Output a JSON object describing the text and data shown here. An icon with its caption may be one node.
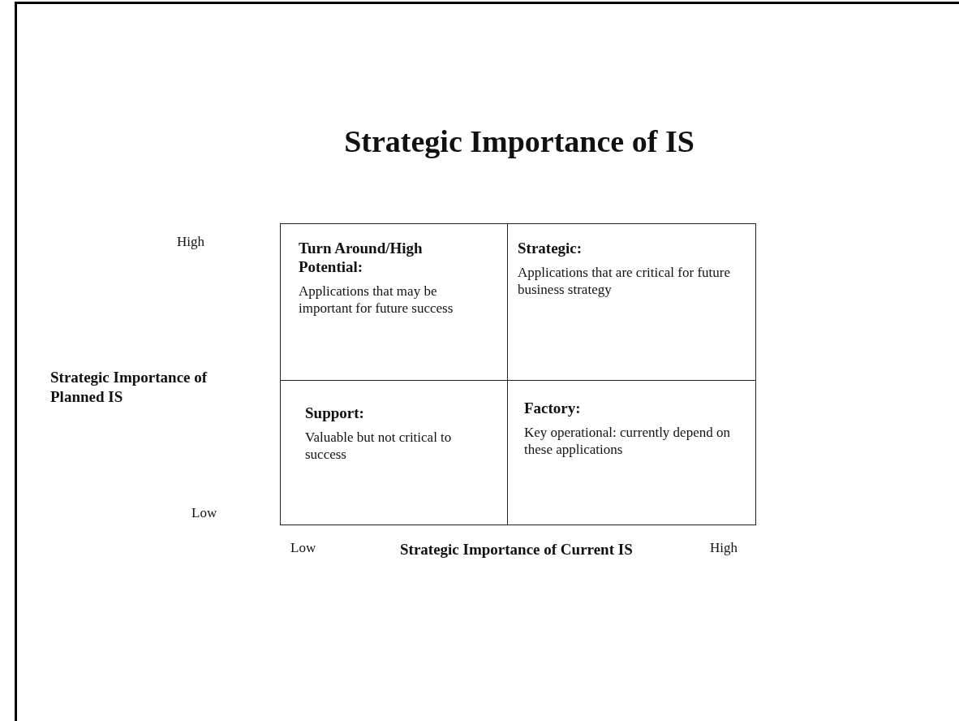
{
  "diagram": {
    "title": "Strategic Importance of IS",
    "nodes": [
      {
        "text": [
          "Turn Around/High Potential:",
          "Applications that may be important for future success"
        ]
      },
      {
        "text": [
          "Strategic:",
          "Applications that are critical for future business strategy"
        ]
      },
      {
        "text": [
          "Support:",
          "Valuable but not critical to success"
        ]
      },
      {
        "text": [
          "Factory:",
          "Key operational: currently depend on these applications"
        ]
      }
    ],
    "labels": [
      "High",
      "Strategic Importance of Planned IS",
      "Low",
      "Low",
      "Strategic Importance of Current IS",
      "High"
    ]
  }
}
